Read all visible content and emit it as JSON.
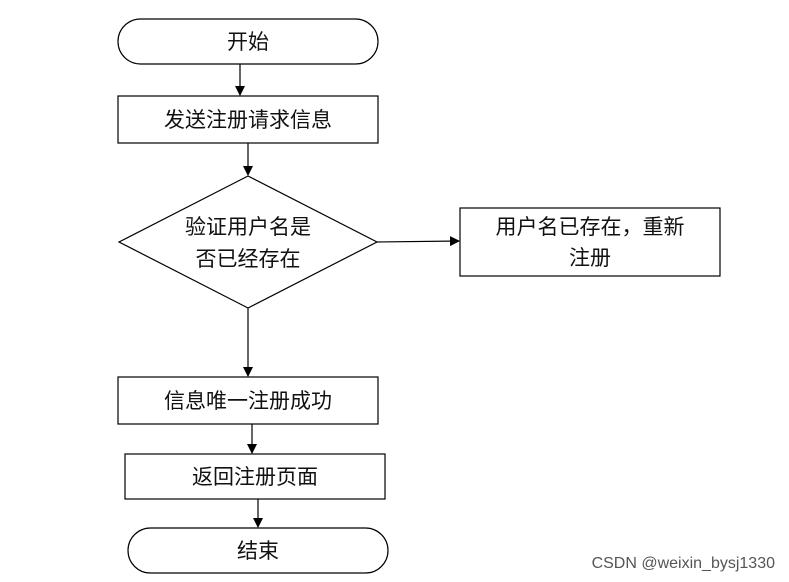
{
  "flowchart": {
    "start": "开始",
    "send_request": "发送注册请求信息",
    "check_line1": "验证用户名是",
    "check_line2": "否已经存在",
    "exists_line1": "用户名已存在，重新",
    "exists_line2": "注册",
    "unique_success": "信息唯一注册成功",
    "return_page": "返回注册页面",
    "end": "结束"
  },
  "watermark": "CSDN @weixin_bysj1330",
  "colors": {
    "stroke": "#000000",
    "fill": "#ffffff",
    "text": "#111111"
  }
}
